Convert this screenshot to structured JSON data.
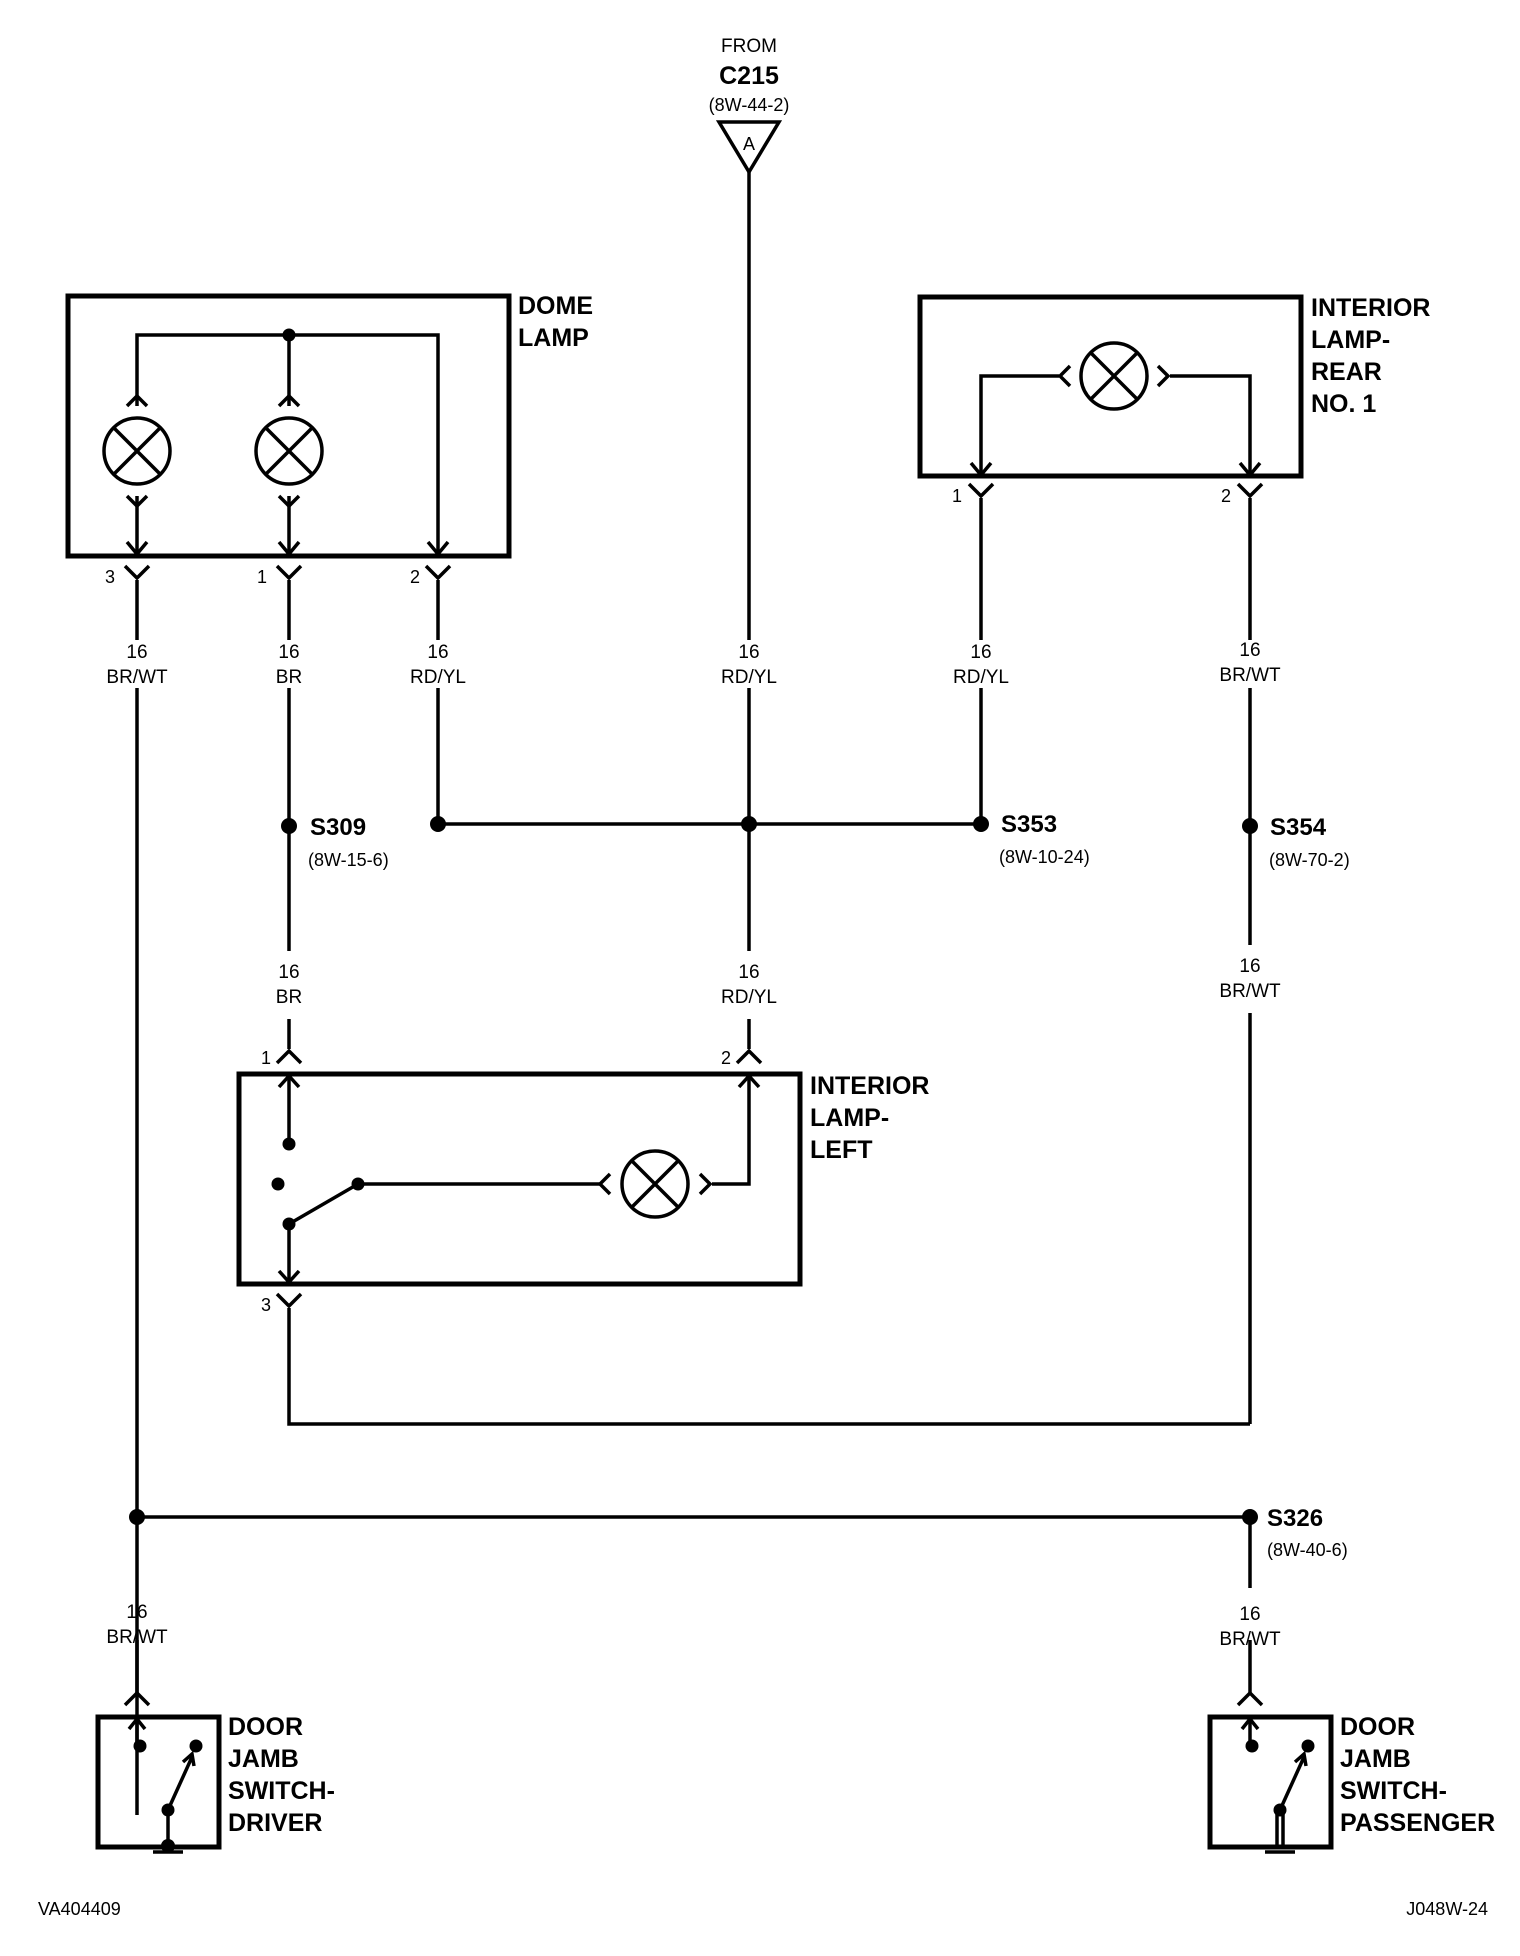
{
  "source": {
    "from": "FROM",
    "connector": "C215",
    "ref": "(8W-44-2)",
    "pin": "A"
  },
  "components": {
    "dome_lamp": [
      "DOME",
      "LAMP"
    ],
    "interior_lamp_rear": [
      "INTERIOR",
      "LAMP-",
      "REAR",
      "NO. 1"
    ],
    "interior_lamp_left": [
      "INTERIOR",
      "LAMP-",
      "LEFT"
    ],
    "door_jamb_driver": [
      "DOOR",
      "JAMB",
      "SWITCH-",
      "DRIVER"
    ],
    "door_jamb_passenger": [
      "DOOR",
      "JAMB",
      "SWITCH-",
      "PASSENGER"
    ]
  },
  "pins": {
    "dome_3": "3",
    "dome_1": "1",
    "dome_2": "2",
    "rear_1": "1",
    "rear_2": "2",
    "left_1": "1",
    "left_2": "2",
    "left_3": "3"
  },
  "wires": {
    "w_dome3": [
      "16",
      "BR/WT"
    ],
    "w_dome1": [
      "16",
      "BR"
    ],
    "w_dome2": [
      "16",
      "RD/YL"
    ],
    "w_feed": [
      "16",
      "RD/YL"
    ],
    "w_rear1": [
      "16",
      "RD/YL"
    ],
    "w_rear2": [
      "16",
      "BR/WT"
    ],
    "w_left1": [
      "16",
      "BR"
    ],
    "w_left2": [
      "16",
      "RD/YL"
    ],
    "w_s354": [
      "16",
      "BR/WT"
    ],
    "w_driver": [
      "16",
      "BR/WT"
    ],
    "w_passenger": [
      "16",
      "BR/WT"
    ]
  },
  "splices": {
    "s309": {
      "id": "S309",
      "ref": "(8W-15-6)"
    },
    "s353": {
      "id": "S353",
      "ref": "(8W-10-24)"
    },
    "s354": {
      "id": "S354",
      "ref": "(8W-70-2)"
    },
    "s326": {
      "id": "S326",
      "ref": "(8W-40-6)"
    }
  },
  "footer": {
    "left_code": "VA404409",
    "right_code": "J048W-24"
  }
}
